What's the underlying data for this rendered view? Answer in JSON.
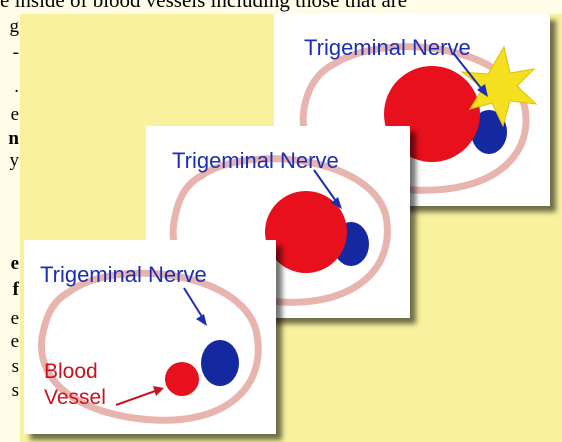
{
  "caption_top": "e inside of blood vessels including those that are",
  "sidebar_fragments": [
    {
      "text": "g",
      "bold": false
    },
    {
      "text": "-",
      "bold": false
    },
    {
      "text": ".",
      "bold": false
    },
    {
      "text": "e",
      "bold": false
    },
    {
      "text": "n",
      "bold": true
    },
    {
      "text": "y",
      "bold": false
    },
    {
      "text": "e",
      "bold": true
    },
    {
      "text": "f",
      "bold": true
    },
    {
      "text": "e",
      "bold": false
    },
    {
      "text": "e",
      "bold": false
    },
    {
      "text": "s",
      "bold": false
    },
    {
      "text": "s",
      "bold": false
    }
  ],
  "diagram": {
    "stages": [
      {
        "nerve_label": "Trigeminal Nerve",
        "vessel_label": "Blood Vessel"
      },
      {
        "nerve_label": "Trigeminal Nerve"
      },
      {
        "nerve_label": "Trigeminal Nerve"
      }
    ],
    "colors": {
      "panel_background": "#f8f29f",
      "card_background": "#ffffff",
      "nerve_blue": "#1428a0",
      "vessel_red": "#e8101c",
      "outline_pink": "#e8b4ae",
      "spark_yellow": "#f5e020",
      "nerve_label_color": "#1b2fb0",
      "vessel_label_color": "#c8121f"
    }
  }
}
